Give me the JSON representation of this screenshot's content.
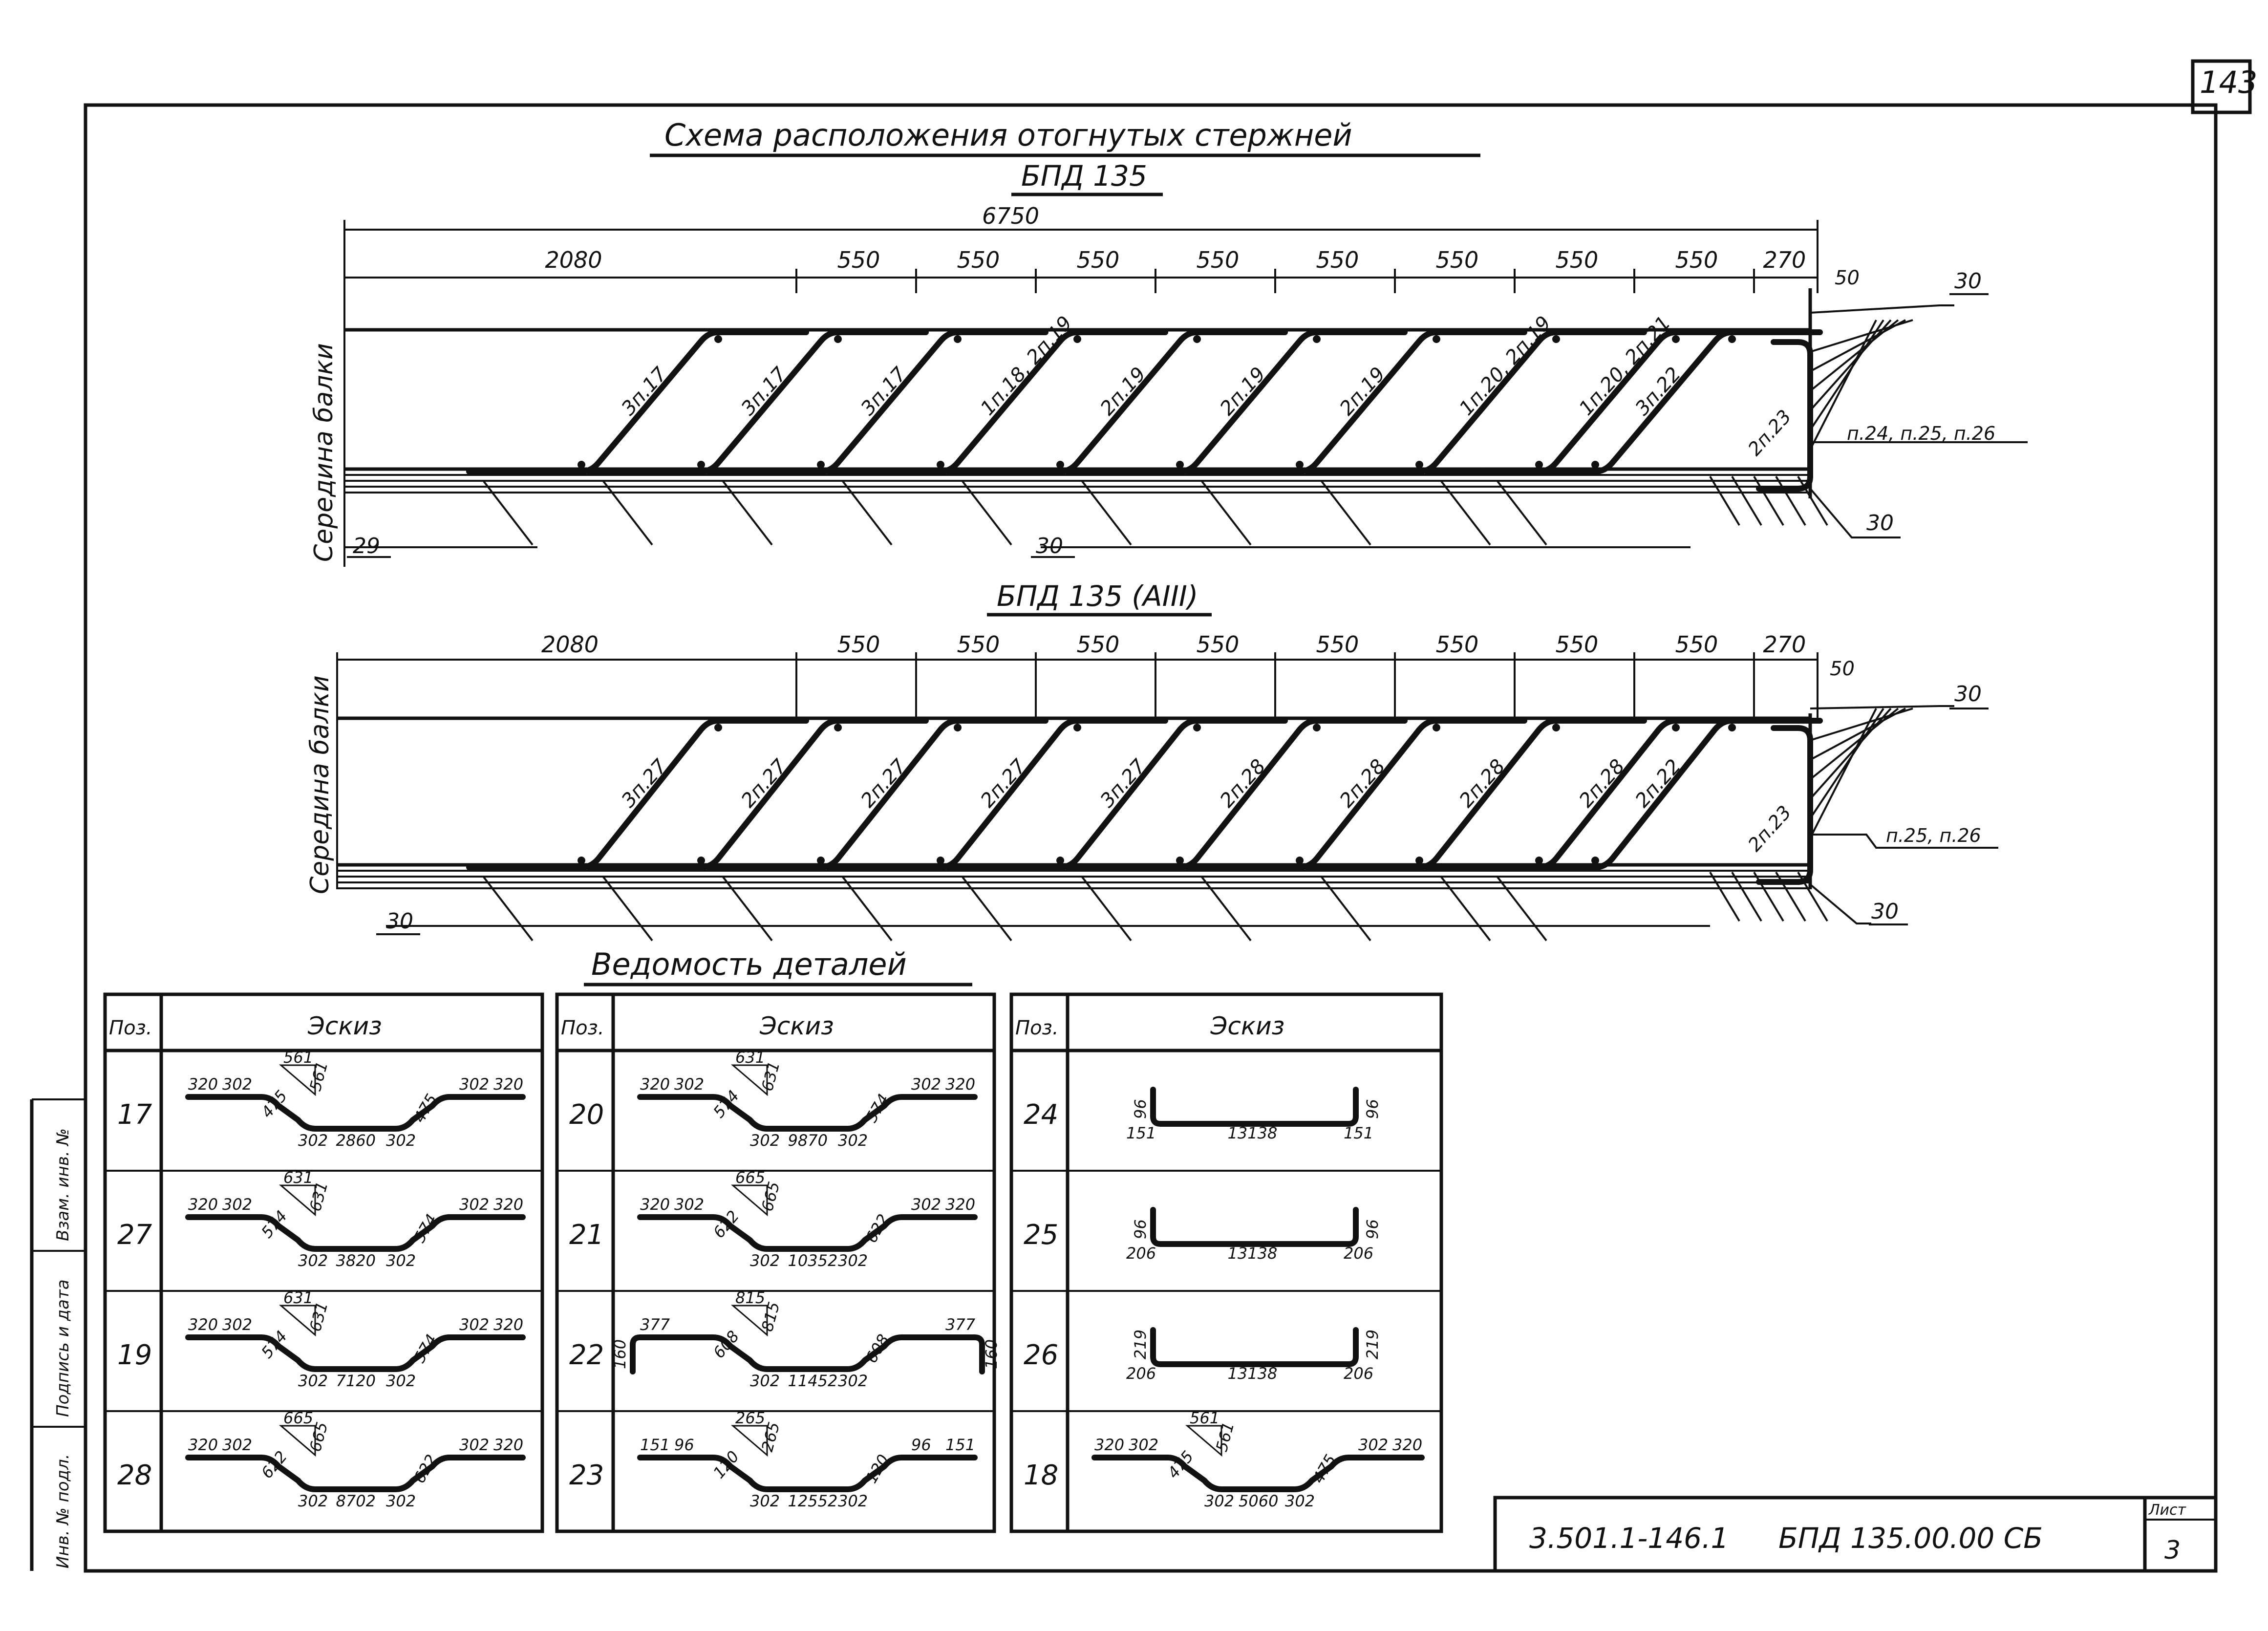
{
  "page_number": "143",
  "title": "Схема расположения отогнутых стержней",
  "beam1": {
    "title": "БПД 135",
    "side_label": "Середина балки",
    "overall_dim": "6750",
    "dims": [
      "2080",
      "550",
      "550",
      "550",
      "550",
      "550",
      "550",
      "550",
      "550",
      "270"
    ],
    "dim_end": "50",
    "bars": [
      "3п.17",
      "3п.17",
      "3п.17",
      "1п.18, 2п.19",
      "2п.19",
      "2п.19",
      "2п.19",
      "1п.20, 2п.19",
      "1п.20, 2п.21",
      "3п.22",
      "2п.23"
    ],
    "callout_top": "30",
    "callout_side": "п.24, п.25, п.26",
    "callout_bottom_right": "30",
    "callout_bottom_left": "29",
    "callout_bottom_mid": "30"
  },
  "beam2": {
    "title": "БПД 135 (АIII)",
    "side_label": "Середина балки",
    "dims": [
      "2080",
      "550",
      "550",
      "550",
      "550",
      "550",
      "550",
      "550",
      "550",
      "270"
    ],
    "dim_end": "50",
    "bars": [
      "3п.27",
      "2п.27",
      "2п.27",
      "2п.27",
      "3п.27",
      "2п.28",
      "2п.28",
      "2п.28",
      "2п.28",
      "2п.22",
      "2п.23"
    ],
    "callout_top": "30",
    "callout_side": "п.25, п.26",
    "callout_bottom_right": "30",
    "callout_bottom_left": "30"
  },
  "schedule": {
    "title": "Ведомость деталей",
    "col_pos": "Поз.",
    "col_sketch": "Эскиз",
    "table1": [
      {
        "pos": "17",
        "l1": "320",
        "l2": "302",
        "d": "475",
        "h": "561",
        "v": "561",
        "b1": "302",
        "mid": "2860",
        "b2": "302",
        "r1": "475",
        "r2": "302",
        "r3": "320"
      },
      {
        "pos": "27",
        "l1": "320",
        "l2": "302",
        "d": "574",
        "h": "631",
        "v": "631",
        "b1": "302",
        "mid": "3820",
        "b2": "302",
        "r1": "574",
        "r2": "302",
        "r3": "320"
      },
      {
        "pos": "19",
        "l1": "320",
        "l2": "302",
        "d": "574",
        "h": "631",
        "v": "631",
        "b1": "302",
        "mid": "7120",
        "b2": "302",
        "r1": "574",
        "r2": "302",
        "r3": "320"
      },
      {
        "pos": "28",
        "l1": "320",
        "l2": "302",
        "d": "622",
        "h": "665",
        "v": "665",
        "b1": "302",
        "mid": "8702",
        "b2": "302",
        "r1": "622",
        "r2": "302",
        "r3": "320"
      }
    ],
    "table2": [
      {
        "pos": "20",
        "l1": "320",
        "l2": "302",
        "d": "574",
        "h": "631",
        "v": "631",
        "b1": "302",
        "mid": "9870",
        "b2": "302",
        "r1": "574",
        "r2": "302",
        "r3": "320"
      },
      {
        "pos": "21",
        "l1": "320",
        "l2": "302",
        "d": "622",
        "h": "665",
        "v": "665",
        "b1": "302",
        "mid": "10352",
        "b2": "302",
        "r1": "622",
        "r2": "302",
        "r3": "320"
      },
      {
        "pos": "22",
        "l1": "377",
        "hook_l": "160",
        "d": "608",
        "h": "815",
        "v": "815",
        "b1": "302",
        "mid": "11452",
        "b2": "302",
        "r1": "608",
        "hook_r": "160",
        "r3": "377"
      },
      {
        "pos": "23",
        "l1": "151",
        "l2": "96",
        "d": "120",
        "h": "265",
        "v": "265",
        "b1": "302",
        "mid": "12552",
        "b2": "302",
        "r1": "120",
        "r2": "96",
        "r3": "151"
      }
    ],
    "table3": [
      {
        "pos": "24",
        "left_h": "96",
        "left_b": "151",
        "mid": "13138",
        "right_b": "151",
        "right_h": "96"
      },
      {
        "pos": "25",
        "left_h": "96",
        "left_b": "206",
        "mid": "13138",
        "right_b": "206",
        "right_h": "96"
      },
      {
        "pos": "26",
        "left_h": "219",
        "left_b": "206",
        "mid": "13138",
        "right_b": "206",
        "right_h": "219"
      },
      {
        "pos": "18",
        "l1": "320",
        "l2": "302",
        "d": "475",
        "h": "561",
        "v": "561",
        "b1": "302",
        "mid": "5060",
        "b2": "302",
        "r1": "475",
        "r2": "302",
        "r3": "320"
      }
    ]
  },
  "stamp": {
    "code": "3.501.1-146.1",
    "designation": "БПД 135.00.00 СБ",
    "sheet_label": "Лист",
    "sheet": "3"
  },
  "side_stamp": {
    "inv": "Инв. № подл.",
    "sign": "Подпись и дата",
    "replace": "Взам. инв. №"
  }
}
